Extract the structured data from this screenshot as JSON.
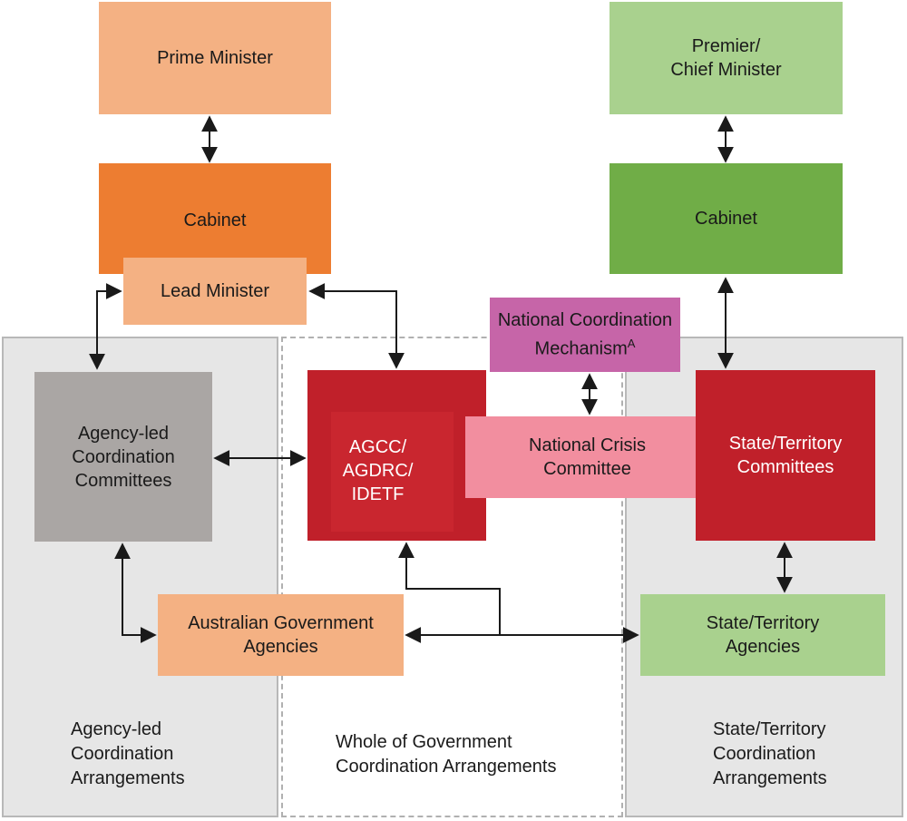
{
  "nodes": {
    "prime_minister": "Prime Minister",
    "federal_cabinet": "Cabinet",
    "lead_minister": "Lead Minister",
    "premier": "Premier/\nChief Minister",
    "state_cabinet": "Cabinet",
    "agency_led_committees": "Agency-led\nCoordination\nCommittees",
    "agcc": "AGCC/\nAGDRC/\nIDETF",
    "ncm": "National Coordination\nMechanism",
    "ncm_superscript": "A",
    "ncc": "National Crisis\nCommittee",
    "state_committees": "State/Territory\nCommittees",
    "aus_gov_agencies": "Australian Government\nAgencies",
    "state_agencies": "State/Territory\nAgencies"
  },
  "regions": {
    "agency_led": "Agency-led\nCoordination\nArrangements",
    "whole_of_gov": "Whole of Government\nCoordination Arrangements",
    "state": "State/Territory\nCoordination\nArrangements"
  },
  "colors": {
    "pm_peach": "#f4b183",
    "cabinet_orange": "#ed7d31",
    "premier_green": "#a9d18e",
    "cabinet_green": "#70ad47",
    "grey_box": "#aaa6a4",
    "red_box": "#c0202a",
    "magenta": "#c665a8",
    "pink": "#f28e9f",
    "state_agencies_green": "#a9d18e"
  }
}
